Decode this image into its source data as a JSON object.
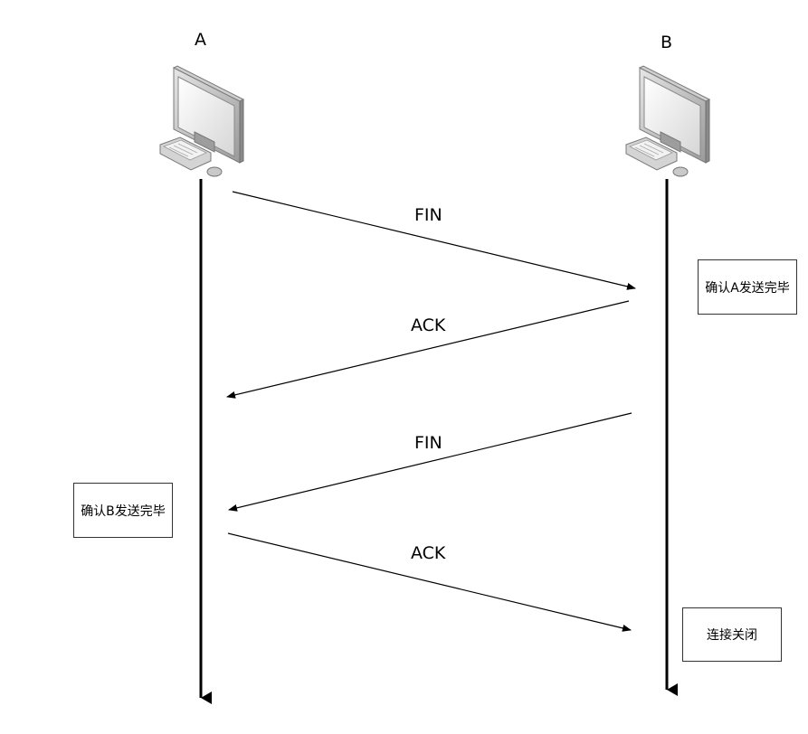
{
  "hosts": {
    "a": {
      "label": "A",
      "icon": "computer-icon"
    },
    "b": {
      "label": "B",
      "icon": "computer-icon"
    }
  },
  "messages": [
    {
      "label": "FIN",
      "from": "A",
      "to": "B"
    },
    {
      "label": "ACK",
      "from": "B",
      "to": "A"
    },
    {
      "label": "FIN",
      "from": "B",
      "to": "A"
    },
    {
      "label": "ACK",
      "from": "A",
      "to": "B"
    }
  ],
  "notes": {
    "b_confirm": "确认A发送完毕",
    "a_confirm": "确认B发送完毕",
    "closed": "连接关闭"
  }
}
